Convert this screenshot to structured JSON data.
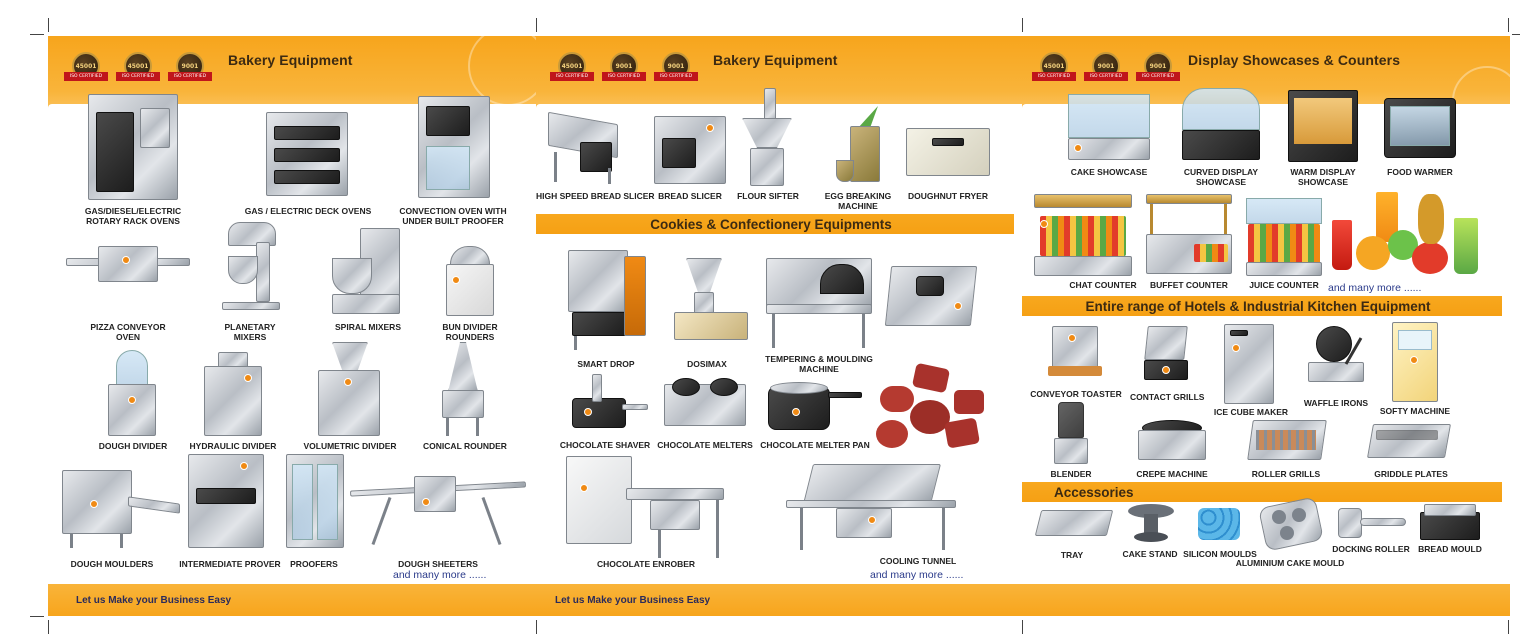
{
  "panels": {
    "left": {
      "title": "Bakery Equipment",
      "badges": [
        "45001",
        "45001",
        "9001"
      ],
      "badge_ribbon": "ISO CERTIFIED",
      "items": [
        {
          "label_lines": [
            "GAS/DIESEL/ELECTRIC",
            "ROTARY RACK OVENS"
          ],
          "icon": "rotary-rack-oven-icon"
        },
        {
          "label_lines": [
            "GAS / ELECTRIC DECK OVENS"
          ],
          "icon": "deck-oven-icon"
        },
        {
          "label_lines": [
            "CONVECTION OVEN WITH",
            "UNDER BUILT PROOFER"
          ],
          "icon": "convection-oven-icon"
        },
        {
          "label_lines": [
            "PIZZA CONVEYOR",
            "OVEN"
          ],
          "icon": "pizza-conveyor-oven-icon"
        },
        {
          "label_lines": [
            "PLANETARY",
            "MIXERS"
          ],
          "icon": "planetary-mixer-icon"
        },
        {
          "label_lines": [
            "SPIRAL MIXERS"
          ],
          "icon": "spiral-mixer-icon"
        },
        {
          "label_lines": [
            "BUN DIVIDER",
            "ROUNDERS"
          ],
          "icon": "bun-divider-icon"
        },
        {
          "label_lines": [
            "DOUGH DIVIDER"
          ],
          "icon": "dough-divider-icon"
        },
        {
          "label_lines": [
            "HYDRAULIC DIVIDER"
          ],
          "icon": "hydraulic-divider-icon"
        },
        {
          "label_lines": [
            "VOLUMETRIC DIVIDER"
          ],
          "icon": "volumetric-divider-icon"
        },
        {
          "label_lines": [
            "CONICAL ROUNDER"
          ],
          "icon": "conical-rounder-icon"
        },
        {
          "label_lines": [
            "DOUGH MOULDERS"
          ],
          "icon": "dough-moulder-icon"
        },
        {
          "label_lines": [
            "INTERMEDIATE PROVER"
          ],
          "icon": "intermediate-prover-icon"
        },
        {
          "label_lines": [
            "PROOFERS"
          ],
          "icon": "proofer-icon"
        },
        {
          "label_lines": [
            "DOUGH SHEETERS"
          ],
          "icon": "dough-sheeter-icon"
        }
      ],
      "more": "and many more ......",
      "footer": "Let us Make your Business Easy"
    },
    "middle": {
      "title": "Bakery Equipment",
      "badges": [
        "45001",
        "9001",
        "9001"
      ],
      "badge_ribbon": "ISO CERTIFIED",
      "items": [
        {
          "label_lines": [
            "HIGH SPEED BREAD SLICER"
          ],
          "icon": "high-speed-bread-slicer-icon"
        },
        {
          "label_lines": [
            "BREAD SLICER"
          ],
          "icon": "bread-slicer-icon"
        },
        {
          "label_lines": [
            "FLOUR SIFTER"
          ],
          "icon": "flour-sifter-icon"
        },
        {
          "label_lines": [
            "EGG BREAKING",
            "MACHINE"
          ],
          "icon": "egg-breaking-machine-icon"
        },
        {
          "label_lines": [
            "DOUGHNUT FRYER"
          ],
          "icon": "doughnut-fryer-icon"
        }
      ],
      "section": "Cookies & Confectionery Equipments",
      "section_items": [
        {
          "label_lines": [
            "SMART DROP"
          ],
          "icon": "smart-drop-icon"
        },
        {
          "label_lines": [
            "DOSIMAX"
          ],
          "icon": "dosimax-icon"
        },
        {
          "label_lines": [
            "TEMPERING & MOULDING",
            "MACHINE"
          ],
          "icon": "tempering-moulding-machine-icon"
        },
        {
          "label_lines": [
            ""
          ],
          "icon": "chocolate-tempering-unit-icon"
        },
        {
          "label_lines": [
            "CHOCOLATE SHAVER"
          ],
          "icon": "chocolate-shaver-icon"
        },
        {
          "label_lines": [
            "CHOCOLATE MELTERS"
          ],
          "icon": "chocolate-melter-icon"
        },
        {
          "label_lines": [
            "CHOCOLATE MELTER PAN"
          ],
          "icon": "chocolate-melter-pan-icon"
        },
        {
          "label_lines": [
            ""
          ],
          "icon": "chocolates-icon"
        },
        {
          "label_lines": [
            "CHOCOLATE ENROBER"
          ],
          "icon": "chocolate-enrober-icon"
        },
        {
          "label_lines": [
            "COOLING TUNNEL"
          ],
          "icon": "cooling-tunnel-icon"
        }
      ],
      "more": "and many more ......",
      "footer": "Let us Make your Business Easy"
    },
    "right": {
      "title": "Display Showcases & Counters",
      "badges": [
        "45001",
        "9001",
        "9001"
      ],
      "badge_ribbon": "ISO CERTIFIED",
      "items": [
        {
          "label_lines": [
            "CAKE SHOWCASE"
          ],
          "icon": "cake-showcase-icon"
        },
        {
          "label_lines": [
            "CURVED DISPLAY",
            "SHOWCASE"
          ],
          "icon": "curved-display-showcase-icon"
        },
        {
          "label_lines": [
            "WARM DISPLAY",
            "SHOWCASE"
          ],
          "icon": "warm-display-showcase-icon"
        },
        {
          "label_lines": [
            "FOOD WARMER"
          ],
          "icon": "food-warmer-icon"
        },
        {
          "label_lines": [
            "CHAT COUNTER"
          ],
          "icon": "chat-counter-icon"
        },
        {
          "label_lines": [
            "BUFFET COUNTER"
          ],
          "icon": "buffet-counter-icon"
        },
        {
          "label_lines": [
            "JUICE COUNTER"
          ],
          "icon": "juice-counter-icon"
        }
      ],
      "more": "and many more ......",
      "section": "Entire range of Hotels & Industrial Kitchen Equipment",
      "section_items": [
        {
          "label_lines": [
            "CONVEYOR TOASTER"
          ],
          "icon": "conveyor-toaster-icon"
        },
        {
          "label_lines": [
            "CONTACT GRILLS"
          ],
          "icon": "contact-grill-icon"
        },
        {
          "label_lines": [
            "ICE CUBE MAKER"
          ],
          "icon": "ice-cube-maker-icon"
        },
        {
          "label_lines": [
            "WAFFLE IRONS"
          ],
          "icon": "waffle-iron-icon"
        },
        {
          "label_lines": [
            "SOFTY MACHINE"
          ],
          "icon": "softy-machine-icon"
        },
        {
          "label_lines": [
            "BLENDER"
          ],
          "icon": "blender-icon"
        },
        {
          "label_lines": [
            "CREPE MACHINE"
          ],
          "icon": "crepe-machine-icon"
        },
        {
          "label_lines": [
            "ROLLER GRILLS"
          ],
          "icon": "roller-grill-icon"
        },
        {
          "label_lines": [
            "GRIDDLE PLATES"
          ],
          "icon": "griddle-plate-icon"
        }
      ],
      "section2": "Accessories",
      "section2_items": [
        {
          "label_lines": [
            "TRAY"
          ],
          "icon": "tray-icon"
        },
        {
          "label_lines": [
            "CAKE STAND"
          ],
          "icon": "cake-stand-icon"
        },
        {
          "label_lines": [
            "SILICON MOULDS"
          ],
          "icon": "silicon-mould-icon"
        },
        {
          "label_lines": [
            "ALUMINIUM CAKE MOULD"
          ],
          "icon": "aluminium-cake-mould-icon"
        },
        {
          "label_lines": [
            "DOCKING ROLLER"
          ],
          "icon": "docking-roller-icon"
        },
        {
          "label_lines": [
            "BREAD MOULD"
          ],
          "icon": "bread-mould-icon"
        }
      ]
    }
  },
  "colors": {
    "band": "#f7a51c",
    "band_light": "#fcd48a",
    "text": "#222222",
    "more_text": "#2a3a8a",
    "brand_dot": "#f08a14"
  }
}
